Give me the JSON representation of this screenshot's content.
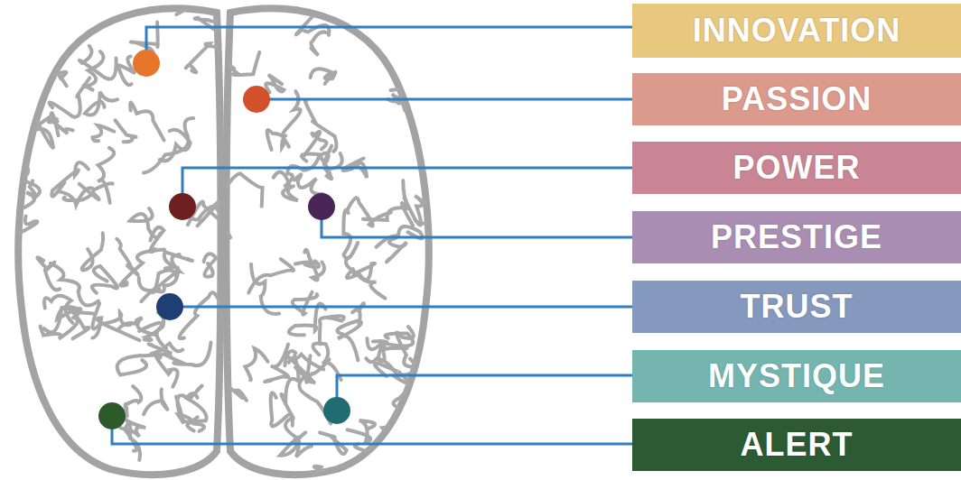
{
  "diagram": {
    "nodes": [
      {
        "text": [
          "INNOVATION"
        ]
      },
      {
        "text": [
          "PASSION"
        ]
      },
      {
        "text": [
          "POWER"
        ]
      },
      {
        "text": [
          "PRESTIGE"
        ]
      },
      {
        "text": [
          "TRUST"
        ]
      },
      {
        "text": [
          "MYSTIQUE"
        ]
      },
      {
        "text": [
          "ALERT"
        ]
      }
    ]
  }
}
